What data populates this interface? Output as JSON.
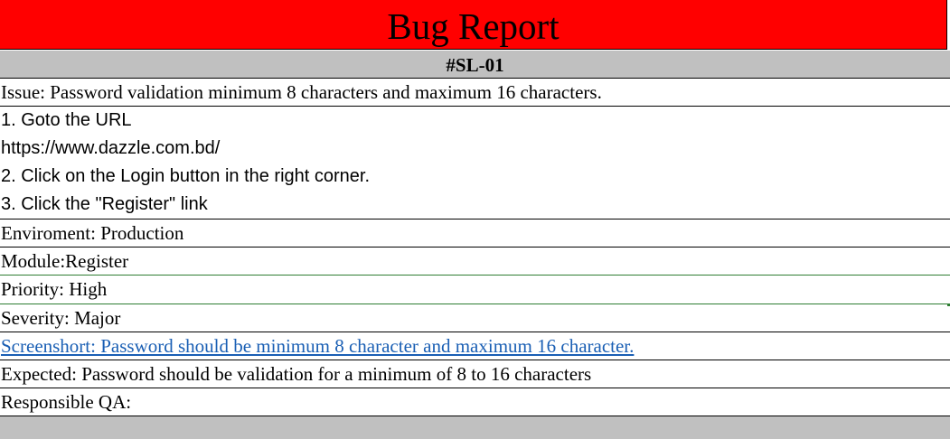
{
  "header": {
    "title": "Bug Report",
    "bug_id": "#SL-01"
  },
  "report": {
    "issue": "Issue:  Password validation minimum 8 characters and maximum 16 characters.",
    "steps": [
      "1. Goto the URL",
      "https://www.dazzle.com.bd/",
      "2. Click on the Login button in the right corner.",
      "3. Click the \"Register\" link"
    ],
    "environment": "Enviroment: Production",
    "module": "Module:Register",
    "priority": "Priority: High",
    "severity": "Severity: Major",
    "screenshot_link": "Screenshort: Password should be minimum 8 character and maximum 16 character.",
    "expected": "Expected: Password should be validation for a minimum of 8 to 16 characters",
    "responsible_qa": "Responsible QA:"
  },
  "colors": {
    "title_background": "#ff0000",
    "id_background": "#c0c0c0",
    "link": "#1a5fb4",
    "green_border": "#2e7d32"
  }
}
